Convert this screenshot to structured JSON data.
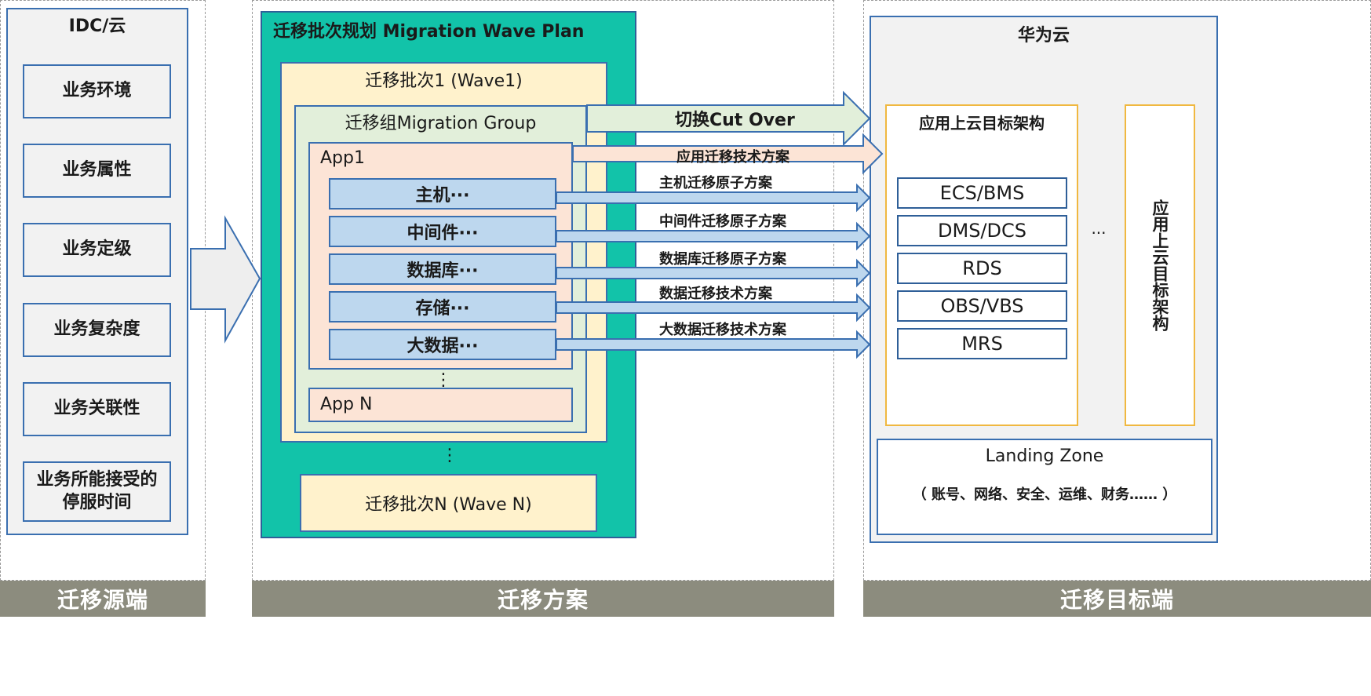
{
  "source": {
    "title": "IDC/云",
    "items": [
      "业务环境",
      "业务属性",
      "业务定级",
      "业务复杂度",
      "业务关联性",
      "业务所能接受的\n停服时间"
    ],
    "footer": "迁移源端"
  },
  "plan": {
    "title": "迁移批次规划 Migration Wave Plan",
    "wave1": "迁移批次1 (Wave1)",
    "group": "迁移组Migration Group",
    "app1": "App1",
    "components": [
      "主机···",
      "中间件···",
      "数据库···",
      "存储···",
      "大数据···"
    ],
    "vdots": "⋮",
    "appN": "App N",
    "waveN": "迁移批次N (Wave N)",
    "footer": "迁移方案"
  },
  "arrows": {
    "cutover": "切换Cut Over",
    "app_tech": "应用迁移技术方案",
    "host": "主机迁移原子方案",
    "middleware": "中间件迁移原子方案",
    "database": "数据库迁移原子方案",
    "data": "数据迁移技术方案",
    "bigdata": "大数据迁移技术方案"
  },
  "target": {
    "title": "华为云",
    "arch_title": "应用上云目标架构",
    "resources": [
      "ECS/BMS",
      "DMS/DCS",
      "RDS",
      "OBS/VBS",
      "MRS"
    ],
    "ellipsis": "···",
    "arch_vertical": "应用上云目标架构",
    "landing_title": "Landing Zone",
    "landing_desc": "（ 账号、网络、安全、运维、财务…… ）",
    "footer": "迁移目标端"
  },
  "colors": {
    "teal": "#12c3a9",
    "wave": "#fff2cc",
    "group": "#e2efda",
    "app": "#fce4d6",
    "component": "#bdd7ee",
    "footer": "#8c8c7e",
    "orange": "#f0b840",
    "border": "#3a6fb0"
  }
}
